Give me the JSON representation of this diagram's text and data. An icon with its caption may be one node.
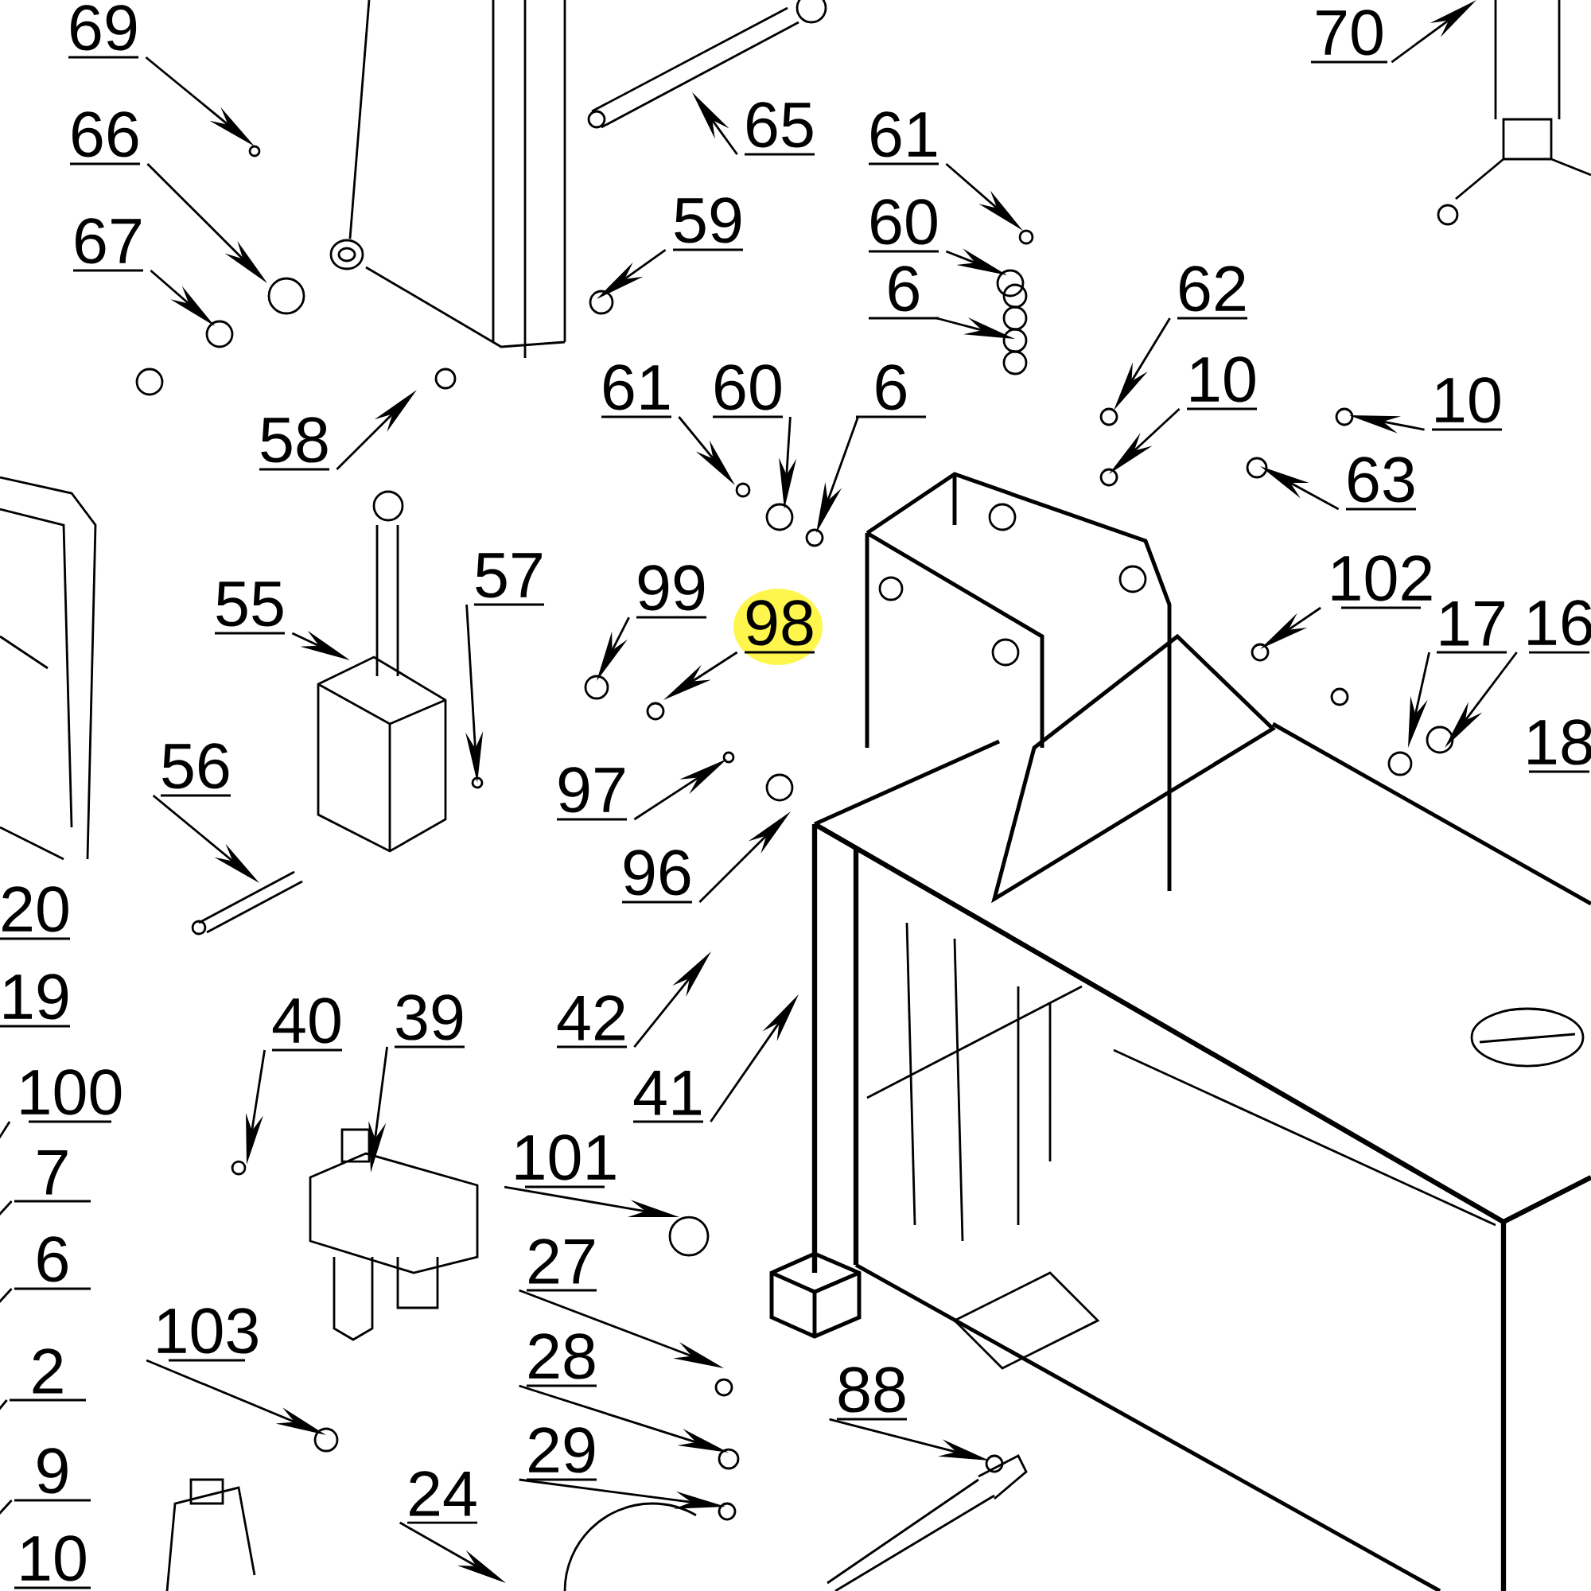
{
  "diagram": {
    "nodes": [
      {
        "text": [
          "69"
        ]
      },
      {
        "text": [
          "66"
        ]
      },
      {
        "text": [
          "67"
        ]
      },
      {
        "text": [
          "58"
        ]
      },
      {
        "text": [
          "65"
        ]
      },
      {
        "text": [
          "59"
        ]
      },
      {
        "text": [
          "61"
        ]
      },
      {
        "text": [
          "60"
        ]
      },
      {
        "text": [
          "6"
        ]
      },
      {
        "text": [
          "61"
        ]
      },
      {
        "text": [
          "60"
        ]
      },
      {
        "text": [
          "6"
        ]
      },
      {
        "text": [
          "62"
        ]
      },
      {
        "text": [
          "10"
        ]
      },
      {
        "text": [
          "10"
        ]
      },
      {
        "text": [
          "63"
        ]
      },
      {
        "text": [
          "70"
        ]
      },
      {
        "text": [
          "102"
        ]
      },
      {
        "text": [
          "17"
        ]
      },
      {
        "text": [
          "16"
        ]
      },
      {
        "text": [
          "99"
        ]
      },
      {
        "text": [
          "98"
        ]
      },
      {
        "text": [
          "97"
        ]
      },
      {
        "text": [
          "96"
        ]
      },
      {
        "text": [
          "55"
        ]
      },
      {
        "text": [
          "57"
        ]
      },
      {
        "text": [
          "56"
        ]
      },
      {
        "text": [
          "42"
        ]
      },
      {
        "text": [
          "41"
        ]
      },
      {
        "text": [
          "40"
        ]
      },
      {
        "text": [
          "39"
        ]
      },
      {
        "text": [
          "101"
        ]
      },
      {
        "text": [
          "27"
        ]
      },
      {
        "text": [
          "28"
        ]
      },
      {
        "text": [
          "29"
        ]
      },
      {
        "text": [
          "103"
        ]
      },
      {
        "text": [
          "24"
        ]
      },
      {
        "text": [
          "88"
        ]
      },
      {
        "text": [
          "100"
        ]
      },
      {
        "text": [
          "7"
        ]
      },
      {
        "text": [
          "6"
        ]
      },
      {
        "text": [
          "2"
        ]
      },
      {
        "text": [
          "9"
        ]
      }
    ],
    "edges": [
      {
        "from": 0,
        "to": null,
        "arrow": "to"
      },
      {
        "from": 1,
        "to": null,
        "arrow": "to"
      },
      {
        "from": 2,
        "to": null,
        "arrow": "to"
      },
      {
        "from": 3,
        "to": null,
        "arrow": "to"
      },
      {
        "from": 4,
        "to": null,
        "arrow": "to"
      },
      {
        "from": 5,
        "to": null,
        "arrow": "to"
      },
      {
        "from": 6,
        "to": null,
        "arrow": "to"
      },
      {
        "from": 7,
        "to": null,
        "arrow": "to"
      },
      {
        "from": 8,
        "to": null,
        "arrow": "to"
      },
      {
        "from": 9,
        "to": null,
        "arrow": "to"
      },
      {
        "from": 10,
        "to": null,
        "arrow": "to"
      },
      {
        "from": 11,
        "to": null,
        "arrow": "to"
      },
      {
        "from": 12,
        "to": null,
        "arrow": "to"
      },
      {
        "from": 13,
        "to": null,
        "arrow": "to"
      },
      {
        "from": 14,
        "to": null,
        "arrow": "to"
      },
      {
        "from": 15,
        "to": null,
        "arrow": "to"
      },
      {
        "from": 16,
        "to": null,
        "arrow": "to"
      },
      {
        "from": 17,
        "to": null,
        "arrow": "to"
      },
      {
        "from": 18,
        "to": null,
        "arrow": "to"
      },
      {
        "from": 19,
        "to": null,
        "arrow": "to"
      },
      {
        "from": 20,
        "to": null,
        "arrow": "to"
      },
      {
        "from": 21,
        "to": null,
        "arrow": "to"
      },
      {
        "from": 22,
        "to": null,
        "arrow": "to"
      },
      {
        "from": 23,
        "to": null,
        "arrow": "to"
      },
      {
        "from": 24,
        "to": null,
        "arrow": "to"
      },
      {
        "from": 25,
        "to": null,
        "arrow": "to"
      },
      {
        "from": 26,
        "to": null,
        "arrow": "to"
      },
      {
        "from": 27,
        "to": null,
        "arrow": "to"
      },
      {
        "from": 28,
        "to": null,
        "arrow": "to"
      },
      {
        "from": 29,
        "to": null,
        "arrow": "to"
      },
      {
        "from": 30,
        "to": null,
        "arrow": "to"
      },
      {
        "from": 31,
        "to": null,
        "arrow": "to"
      },
      {
        "from": 32,
        "to": null,
        "arrow": "to"
      },
      {
        "from": 33,
        "to": null,
        "arrow": "to"
      },
      {
        "from": 34,
        "to": null,
        "arrow": "to"
      },
      {
        "from": 35,
        "to": null,
        "arrow": "to"
      },
      {
        "from": 36,
        "to": null,
        "arrow": "to"
      },
      {
        "from": 37,
        "to": null,
        "arrow": "to"
      },
      {
        "from": 38,
        "to": null,
        "arrow": "none"
      },
      {
        "from": 39,
        "to": null,
        "arrow": "none"
      },
      {
        "from": 40,
        "to": null,
        "arrow": "none"
      },
      {
        "from": 41,
        "to": null,
        "arrow": "none"
      },
      {
        "from": 42,
        "to": null,
        "arrow": "none"
      }
    ],
    "labels": [
      "18",
      "20",
      "19",
      "10"
    ]
  }
}
